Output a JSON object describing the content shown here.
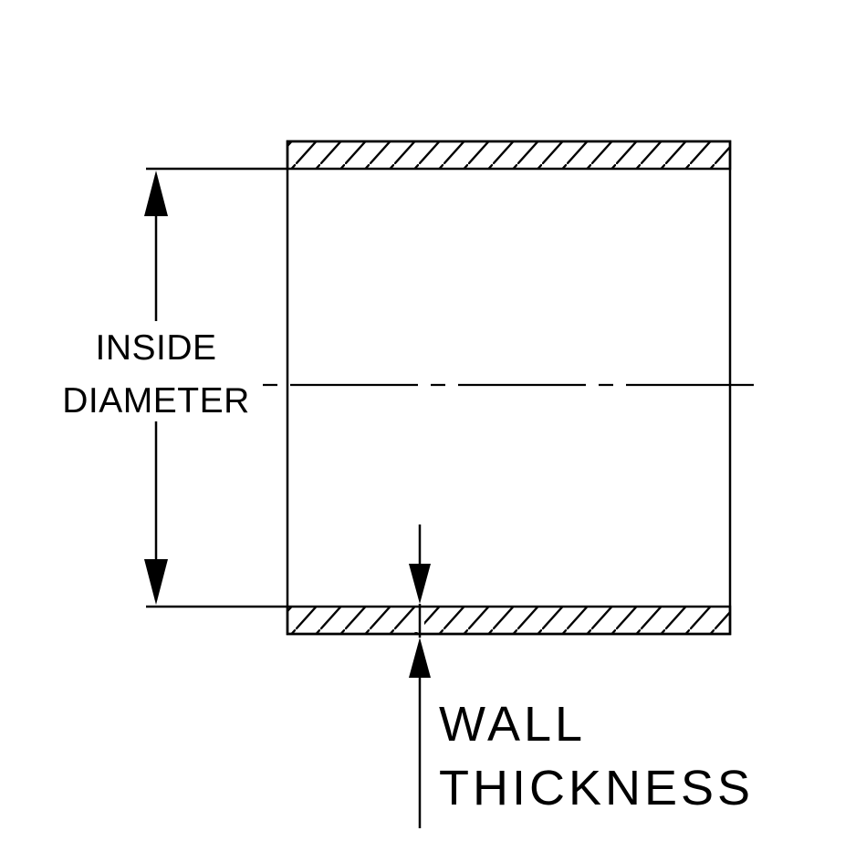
{
  "diagram": {
    "type": "technical-drawing",
    "subject": "tube cross section",
    "colors": {
      "ink": "#000000",
      "background": "#ffffff"
    },
    "labels": {
      "inside_diameter_line1": "INSIDE",
      "inside_diameter_line2": "DIAMETER",
      "wall_thickness_line1": "WALL",
      "wall_thickness_line2": "THICKNESS"
    }
  }
}
